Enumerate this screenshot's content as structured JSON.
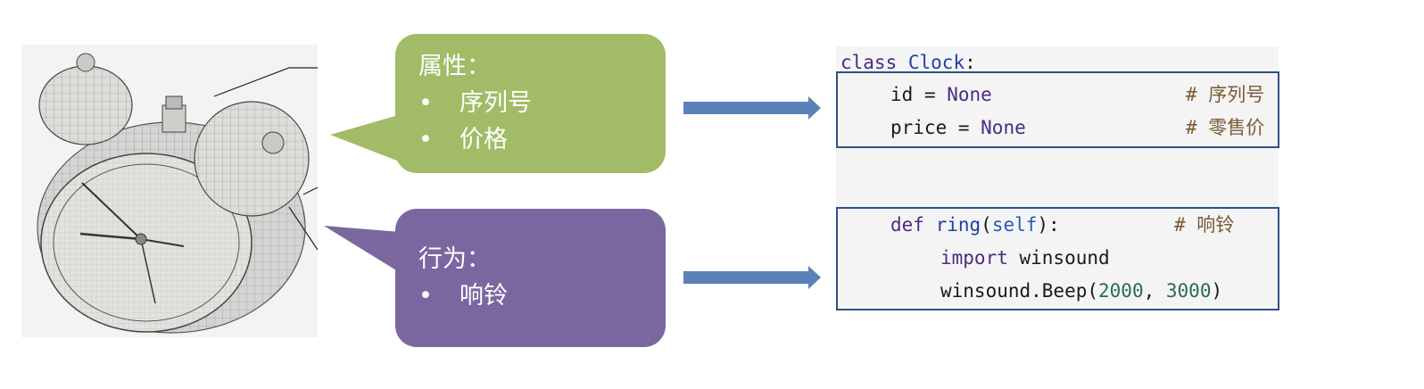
{
  "attributes_callout": {
    "heading": "属性：",
    "items": [
      "序列号",
      "价格"
    ],
    "color": "#a2bb67"
  },
  "behavior_callout": {
    "heading": "行为：",
    "items": [
      "响铃"
    ],
    "color": "#7b67a0"
  },
  "arrow_color": "#5b82b8",
  "code": {
    "class_kw": "class",
    "class_name": "Clock",
    "class_colon": ":",
    "attr_id_name": "id",
    "attr_id_eq": " = ",
    "attr_id_val": "None",
    "attr_id_comment": "# 序列号",
    "attr_price_name": "price",
    "attr_price_eq": " = ",
    "attr_price_val": "None",
    "attr_price_comment": "# 零售价",
    "def_kw": "def",
    "method_name": "ring",
    "paren_open": "(",
    "self_kw": "self",
    "paren_close": "):",
    "method_comment": "# 响铃",
    "import_kw": "import",
    "import_module": " winsound",
    "call_prefix": "winsound.Beep(",
    "arg1": "2000",
    "arg_sep": ", ",
    "arg2": "3000",
    "call_suffix": ")"
  }
}
